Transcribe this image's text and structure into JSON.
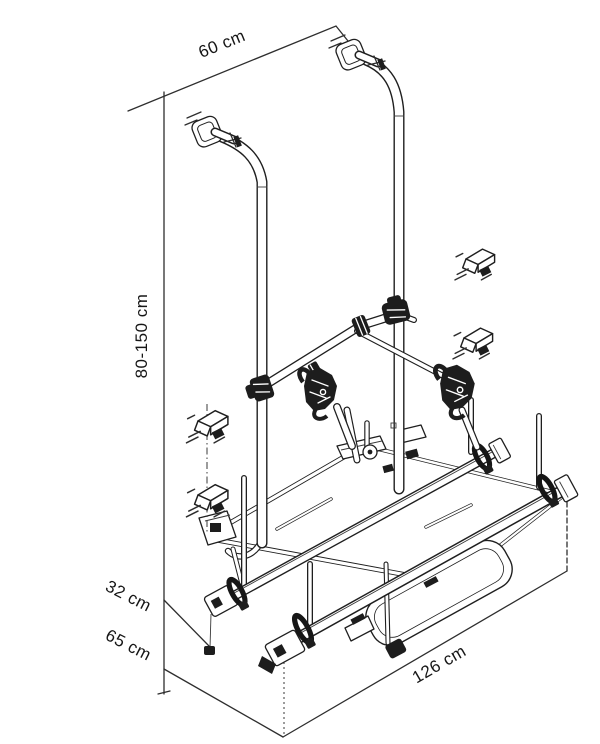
{
  "diagram": {
    "background_color": "#ffffff",
    "line_color": "#1f1f1f",
    "labels": {
      "width": "60 cm",
      "height_range": "80-150 cm",
      "bar_offset": "32 cm",
      "ground_clearance": "65 cm",
      "length": "126 cm"
    }
  }
}
